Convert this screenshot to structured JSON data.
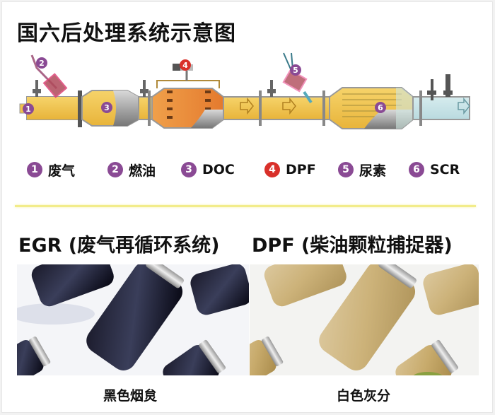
{
  "title": "国六后处理系统示意图",
  "colors": {
    "badge_purple": "#8a4a94",
    "badge_red": "#d9302a",
    "pipe_yellow": "#f2c34a",
    "dpf_orange": "#e88a3a",
    "outlet_blue": "#c6e2e6",
    "divider_yellow": "#f2ec8a"
  },
  "diagram": {
    "markers": [
      {
        "num": "1",
        "label": "废气"
      },
      {
        "num": "2",
        "label": "燃油"
      },
      {
        "num": "3",
        "label": "DOC"
      },
      {
        "num": "4",
        "label": "DPF"
      },
      {
        "num": "5",
        "label": "尿素"
      },
      {
        "num": "6",
        "label": "SCR"
      }
    ]
  },
  "legend": [
    {
      "num": "1",
      "label": "废气",
      "color": "#8a4a94"
    },
    {
      "num": "2",
      "label": "燃油",
      "color": "#8a4a94"
    },
    {
      "num": "3",
      "label": "DOC",
      "color": "#8a4a94"
    },
    {
      "num": "4",
      "label": "DPF",
      "color": "#d9302a"
    },
    {
      "num": "5",
      "label": "尿素",
      "color": "#8a4a94"
    },
    {
      "num": "6",
      "label": "SCR",
      "color": "#8a4a94"
    }
  ],
  "sections": [
    {
      "title": "EGR (废气再循环系统)",
      "caption": "黑色烟炱"
    },
    {
      "title": "DPF (柴油颗粒捕捉器)",
      "caption": "白色灰分"
    }
  ]
}
